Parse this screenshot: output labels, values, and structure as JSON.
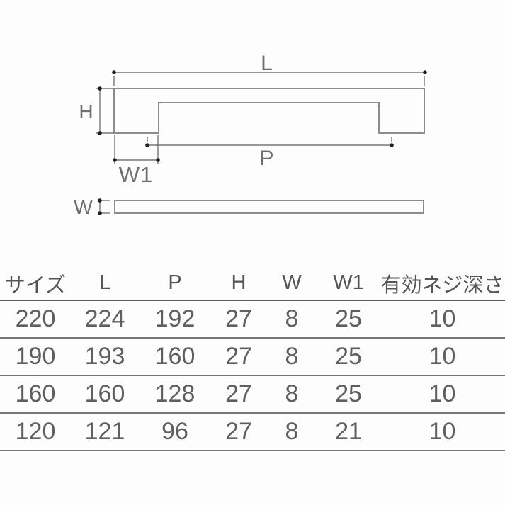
{
  "diagram": {
    "labels": {
      "length": "L",
      "height": "H",
      "pitch": "P",
      "foot_width": "W1",
      "thickness": "W"
    },
    "line_color": "#8c8c8c",
    "dim_color": "#767676",
    "dot_color": "#1f1f1f"
  },
  "table": {
    "columns": [
      "サイズ",
      "L",
      "P",
      "H",
      "W",
      "W1",
      "有効ネジ深さ"
    ],
    "rows": [
      [
        "220",
        "224",
        "192",
        "27",
        "8",
        "25",
        "10"
      ],
      [
        "190",
        "193",
        "160",
        "27",
        "8",
        "25",
        "10"
      ],
      [
        "160",
        "160",
        "128",
        "27",
        "8",
        "25",
        "10"
      ],
      [
        "120",
        "121",
        "96",
        "27",
        "8",
        "21",
        "10"
      ]
    ]
  }
}
